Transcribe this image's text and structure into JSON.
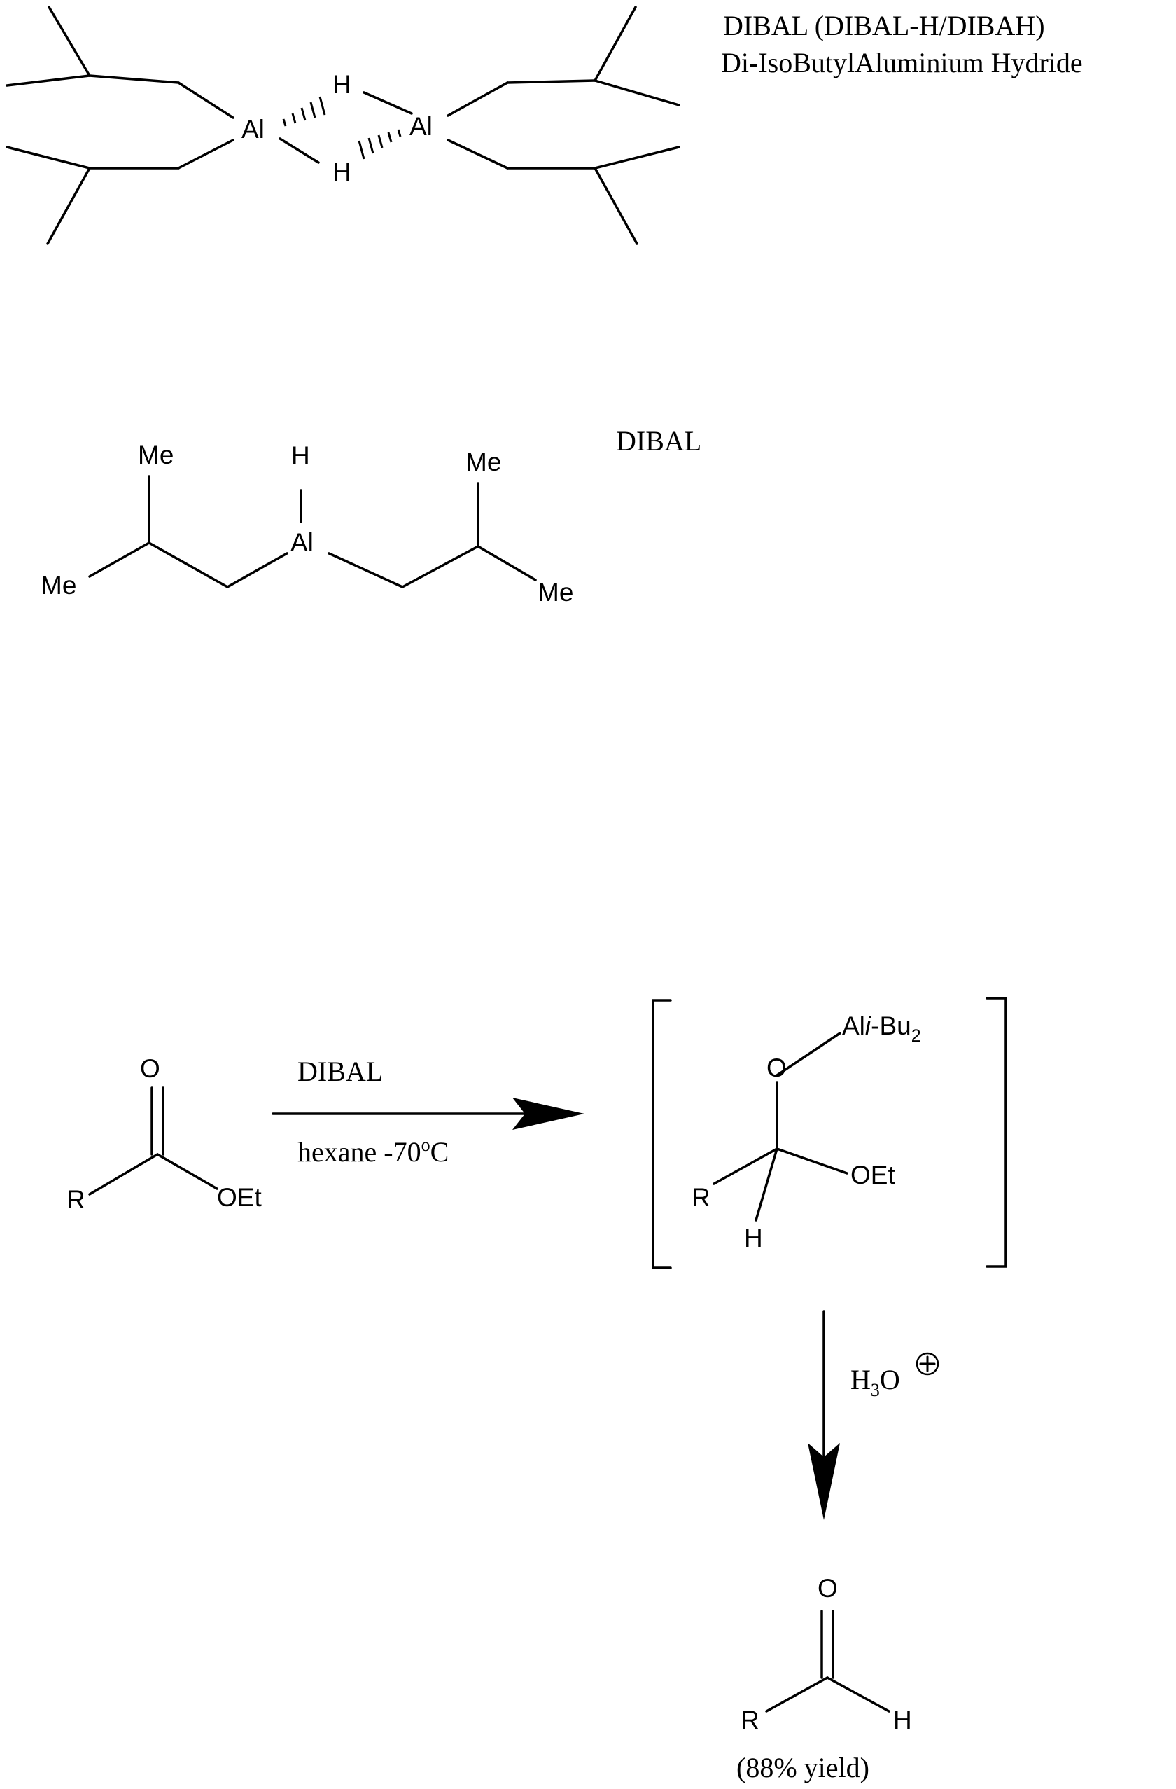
{
  "dimer": {
    "title": "DIBAL (DIBAL-H/DIBAH)",
    "subtitle": "Di-IsoButylAluminium Hydride",
    "al_left": "Al",
    "al_right": "Al",
    "h_top": "H",
    "h_bottom": "H"
  },
  "monomer": {
    "title": "DIBAL",
    "h": "H",
    "al": "Al",
    "me_left_top": "Me",
    "me_left_bottom": "Me",
    "me_right_top": "Me",
    "me_right_bottom": "Me"
  },
  "reaction": {
    "ester": {
      "o": "O",
      "r": "R",
      "oet": "OEt"
    },
    "reagent": "DIBAL",
    "conditions_text": "hexane -70",
    "conditions_sup": "o",
    "conditions_unit": "C",
    "intermediate": {
      "al_prefix": "Al",
      "al_italic": "i",
      "al_suffix": "-Bu",
      "al_sub": "2",
      "o": "O",
      "r": "R",
      "h": "H",
      "oet": "OEt"
    },
    "workup_h": "H",
    "workup_sub": "3",
    "workup_o": "O",
    "workup_charge": "+",
    "product": {
      "o": "O",
      "r": "R",
      "h": "H"
    },
    "yield": "(88% yield)"
  }
}
